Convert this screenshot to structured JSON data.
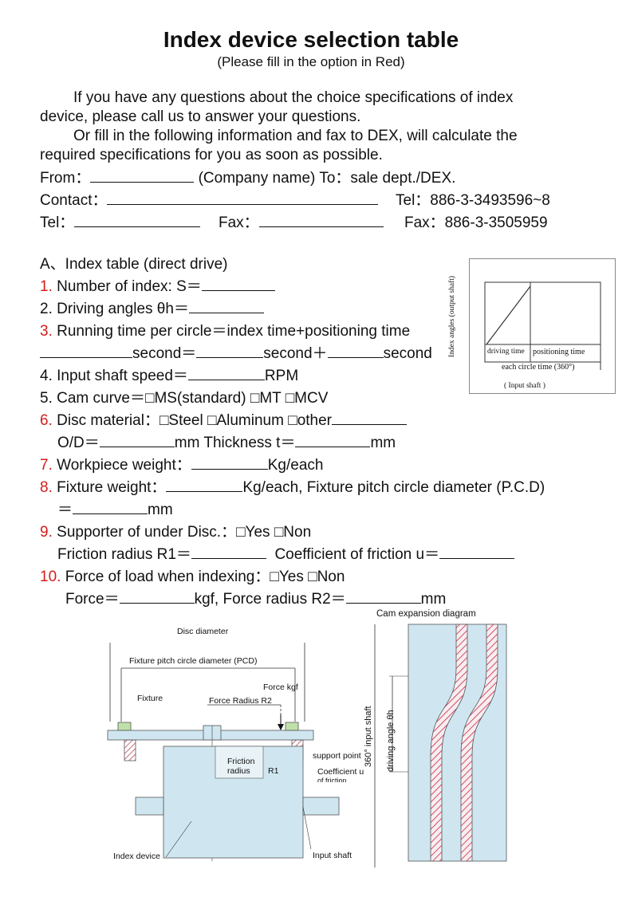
{
  "header": {
    "title": "Index device selection table",
    "subtitle": "(Please fill in the option in Red)"
  },
  "intro": {
    "line1": "If you have any questions about the choice specifications of index",
    "line2": "device, please call us to answer your questions.",
    "line3": "Or fill in the following information and fax to DEX, will calculate the",
    "line4": "required specifications for you as soon as possible."
  },
  "contact": {
    "from_label": "From：",
    "company_label": "(Company name) To：sale dept./DEX.",
    "contact_label": "Contact：",
    "tel_dex": "Tel：886-3-3493596~8",
    "tel_label": "Tel：",
    "fax_label": "Fax：",
    "fax_dex": "Fax：886-3-3505959"
  },
  "section_a": {
    "heading": "A、Index table (direct drive)",
    "q1_num": "1.",
    "q1_text": "Number of index:   S＝",
    "q2_num": "2.",
    "q2_text": "Driving angles θh＝",
    "q3_num": "3.",
    "q3_text": "Running time per circle＝index time+positioning time",
    "q3_unit1": "second＝",
    "q3_unit2": "second＋",
    "q3_unit3": "second",
    "q4_num": "4.",
    "q4_text": "Input shaft speed＝",
    "q4_unit": "RPM",
    "q5_num": "5.",
    "q5_text": "Cam curve＝□MS(standard) □MT □MCV",
    "q6_num": "6.",
    "q6_text": "Disc material：□Steel □Aluminum □other",
    "q6_od": "O/D＝",
    "q6_mm_thick": "mm Thickness t＝",
    "q6_mm": "mm",
    "q7_num": "7.",
    "q7_text": "Workpiece weight：",
    "q7_unit": "Kg/each",
    "q8_num": "8.",
    "q8_text": "Fixture weight：",
    "q8_unit": "Kg/each, Fixture pitch circle diameter (P.C.D)",
    "q8_eq": "＝",
    "q8_mm": "mm",
    "q9_num": "9.",
    "q9_text": "Supporter of under Disc.：□Yes □Non",
    "q9_friction": "Friction radius R1＝",
    "q9_coef": "Coefficient of friction u＝",
    "q10_num": "10.",
    "q10_text": "Force of load when indexing：□Yes □Non",
    "q10_force": "Force＝",
    "q10_kgf": "kgf, Force radius R2＝",
    "q10_mm": "mm"
  },
  "timing_chart": {
    "ylabel": "Index angles (output shaft)",
    "driving_time": "driving time",
    "positioning_time": "positioning time",
    "each_circle": "each circle time (360°)",
    "input_shaft": "( Input shaft )"
  },
  "disc_diagram": {
    "disc_diameter": "Disc diameter",
    "pcd": "Fixture pitch circle diameter (PCD)",
    "force": "Force  kgf",
    "fixture": "Fixture",
    "force_radius": "Force Radius  R2",
    "friction": "Friction",
    "radius": "radius",
    "r1": "R1",
    "support_point": "support point",
    "coefficient": "Coefficient  u",
    "of_friction": "of friction",
    "index_device": "Index device",
    "input_shaft": "Input shaft"
  },
  "cam_diagram": {
    "title": "Cam expansion diagram",
    "input_shaft_label": "360° input shaft",
    "driving_angle": "driving angle  θh"
  },
  "colors": {
    "red": "#d21e1e",
    "hatch": "#d23a5a",
    "diagram_fill": "#cfe6f1"
  }
}
